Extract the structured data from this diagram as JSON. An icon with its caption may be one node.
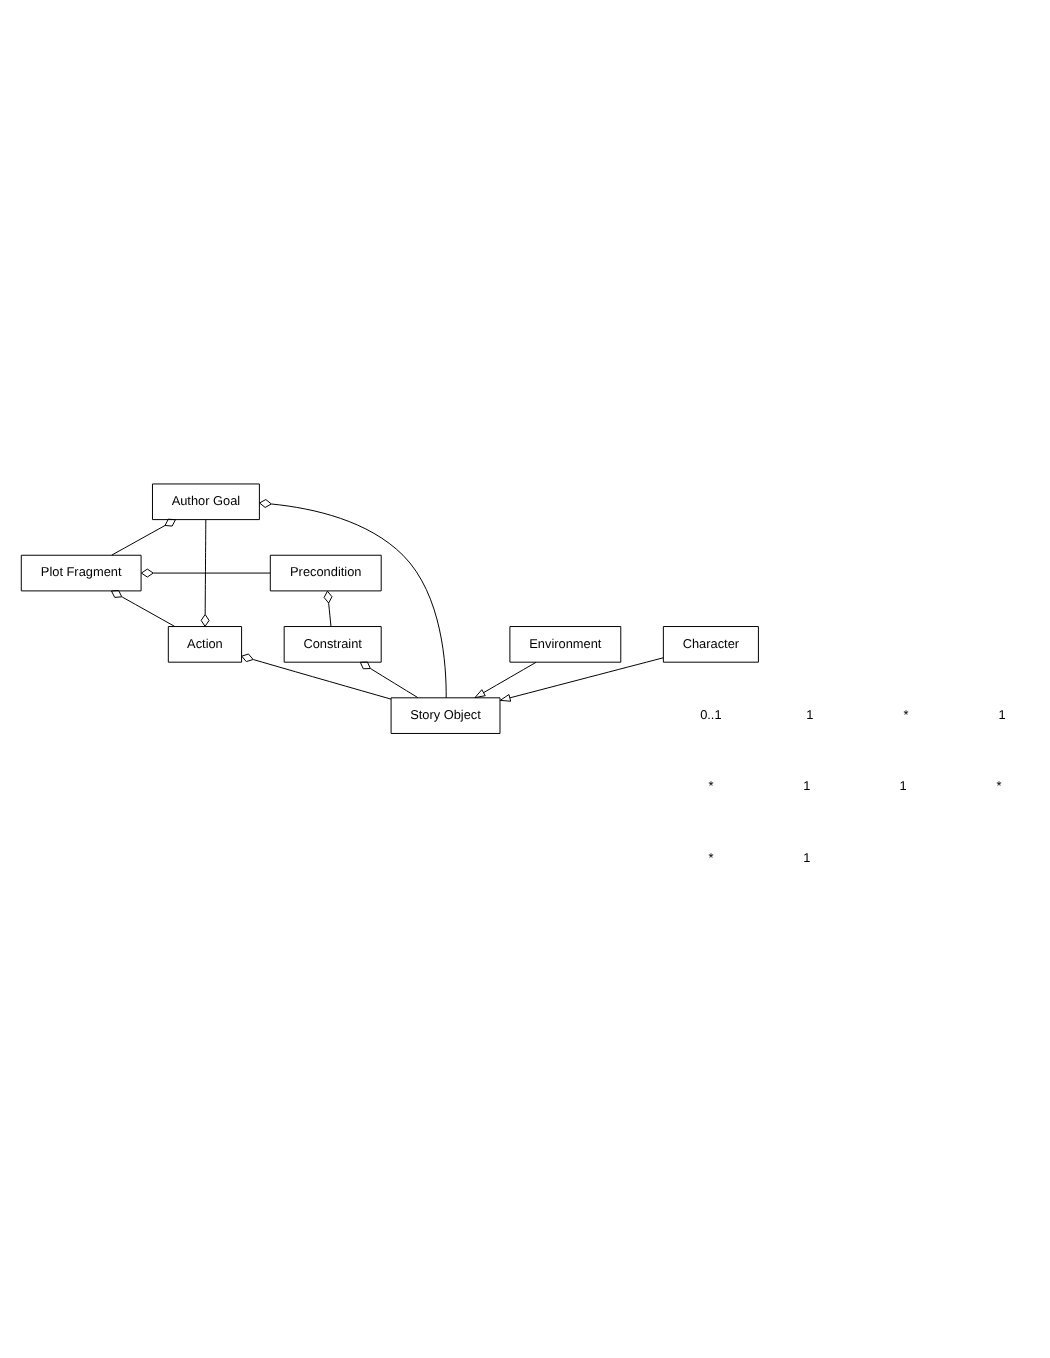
{
  "diagram": {
    "nodes": [
      {
        "text": [
          "Author Goal"
        ]
      },
      {
        "text": [
          "Plot Fragment"
        ]
      },
      {
        "text": [
          "Precondition"
        ]
      },
      {
        "text": [
          "Action"
        ]
      },
      {
        "text": [
          "Constraint"
        ]
      },
      {
        "text": [
          "Story Object"
        ]
      },
      {
        "text": [
          "Character"
        ]
      },
      {
        "text": [
          "Environment"
        ]
      }
    ],
    "edges": [
      {
        "from": 0,
        "to": 5,
        "arrow": "other"
      },
      {
        "from": 0,
        "to": 1,
        "arrow": "other"
      },
      {
        "from": 3,
        "to": 0,
        "arrow": "other"
      },
      {
        "from": 1,
        "to": 2,
        "arrow": "other"
      },
      {
        "from": 1,
        "to": 3,
        "arrow": "other"
      },
      {
        "from": 2,
        "to": 4,
        "arrow": "other"
      },
      {
        "from": 3,
        "to": 5,
        "arrow": "other"
      },
      {
        "from": 4,
        "to": 5,
        "arrow": "other"
      },
      {
        "from": 6,
        "to": 5,
        "arrow": "to"
      },
      {
        "from": 7,
        "to": 5,
        "arrow": "to"
      }
    ],
    "labels": [
      "0..1",
      "1",
      "*",
      "1",
      "*",
      "1",
      "1",
      "*",
      "*",
      "1"
    ]
  }
}
